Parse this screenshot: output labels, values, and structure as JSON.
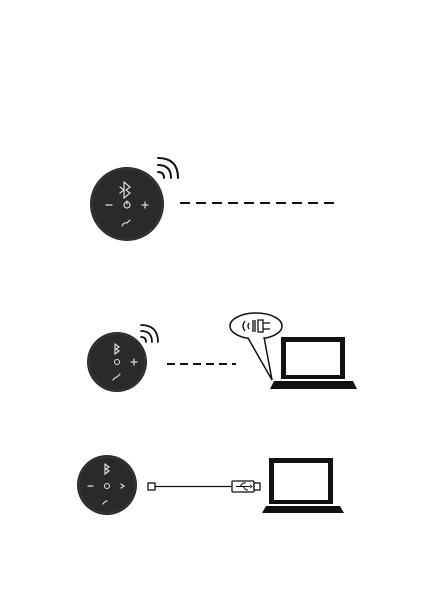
{
  "colors": {
    "speaker_body": "#2a2a2a",
    "speaker_ring": "#3a3a3a",
    "button_glyph": "#dcdcdc",
    "line": "#111111",
    "laptop_screen": "#ffffff",
    "laptop_frame": "#111111"
  },
  "panels": [
    {
      "id": "speaker-wireless-standalone",
      "icons": [
        "speakerphone-icon",
        "wireless-signal-icon",
        "dashed-link-icon"
      ]
    },
    {
      "id": "speaker-bluetooth-dongle-laptop",
      "icons": [
        "speakerphone-icon",
        "wireless-signal-icon",
        "dashed-link-icon",
        "usb-dongle-icon",
        "laptop-icon"
      ]
    },
    {
      "id": "speaker-usb-cable-laptop",
      "icons": [
        "speakerphone-icon",
        "usb-cable-icon",
        "usb-symbol-icon",
        "laptop-icon"
      ]
    }
  ]
}
